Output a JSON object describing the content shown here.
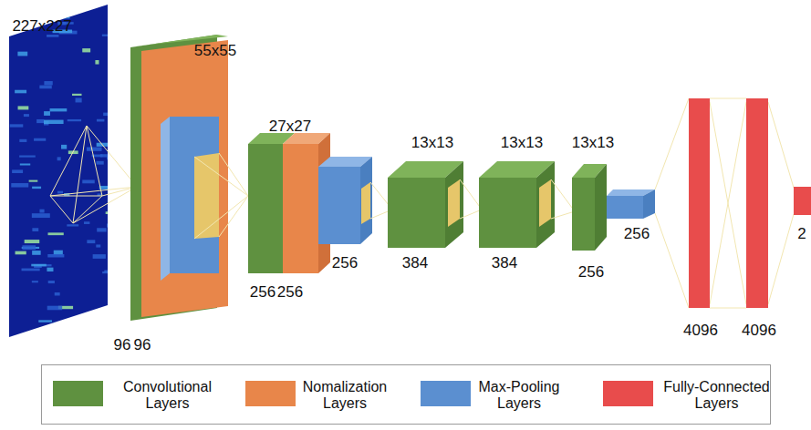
{
  "diagram": {
    "labels": [
      "227x227",
      "55x55",
      "96",
      "96",
      "27x27",
      "256",
      "256",
      "256",
      "13x13",
      "384",
      "13x13",
      "384",
      "13x13",
      "256",
      "256",
      "4096",
      "4096",
      "2"
    ],
    "legend": [
      {
        "text": "Convolutional Layers",
        "color": "#5f9140"
      },
      {
        "text": "Nomalization Layers",
        "color": "#e8864a"
      },
      {
        "text": "Max-Pooling Layers",
        "color": "#5b8fd0"
      },
      {
        "text": "Fully-Connected Layers",
        "color": "#e84c4c"
      }
    ]
  }
}
